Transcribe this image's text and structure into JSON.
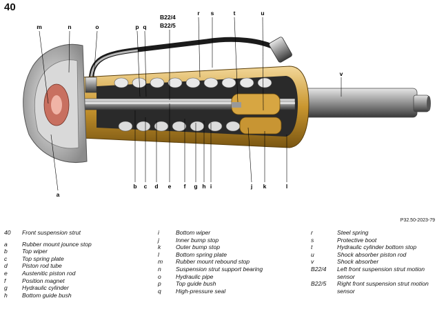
{
  "figure_number": "40",
  "reference": "P32.50-2023-79",
  "callouts": {
    "top": [
      "m",
      "n",
      "o",
      "p",
      "q",
      "B22/4",
      "B22/5",
      "r",
      "s",
      "t",
      "u",
      "v"
    ],
    "bottom": [
      "a",
      "b",
      "c",
      "d",
      "e",
      "f",
      "g",
      "h",
      "i",
      "j",
      "k",
      "l"
    ]
  },
  "legend": {
    "col1": [
      {
        "key": "40",
        "text": "Front suspension strut"
      },
      {
        "key": "a",
        "text": "Rubber mount jounce stop"
      },
      {
        "key": "b",
        "text": "Top wiper"
      },
      {
        "key": "c",
        "text": "Top spring plate"
      },
      {
        "key": "d",
        "text": "Piston rod tube"
      },
      {
        "key": "e",
        "text": "Austenitic piston rod"
      },
      {
        "key": "f",
        "text": "Position magnet"
      },
      {
        "key": "g",
        "text": "Hydraulic cylinder"
      },
      {
        "key": "h",
        "text": "Bottom guide bush"
      }
    ],
    "col2": [
      {
        "key": "i",
        "text": "Bottom wiper"
      },
      {
        "key": "j",
        "text": "Inner bump stop"
      },
      {
        "key": "k",
        "text": "Outer bump stop"
      },
      {
        "key": "l",
        "text": "Bottom spring plate"
      },
      {
        "key": "m",
        "text": "Rubber mount rebound stop"
      },
      {
        "key": "n",
        "text": "Suspension strut support bearing"
      },
      {
        "key": "o",
        "text": "Hydraulic pipe"
      },
      {
        "key": "p",
        "text": "Top guide bush"
      },
      {
        "key": "q",
        "text": "High-pressure seal"
      }
    ],
    "col3": [
      {
        "key": "r",
        "text": "Steel spring"
      },
      {
        "key": "s",
        "text": "Protective boot"
      },
      {
        "key": "t",
        "text": "Hydraulic cylinder bottom stop"
      },
      {
        "key": "u",
        "text": "Shock absorber piston rod"
      },
      {
        "key": "v",
        "text": "Shock absorber"
      },
      {
        "key": "B22/4",
        "text": "Left front suspension strut motion sensor"
      },
      {
        "key": "B22/5",
        "text": "Right front suspension strut motion sensor"
      }
    ]
  }
}
